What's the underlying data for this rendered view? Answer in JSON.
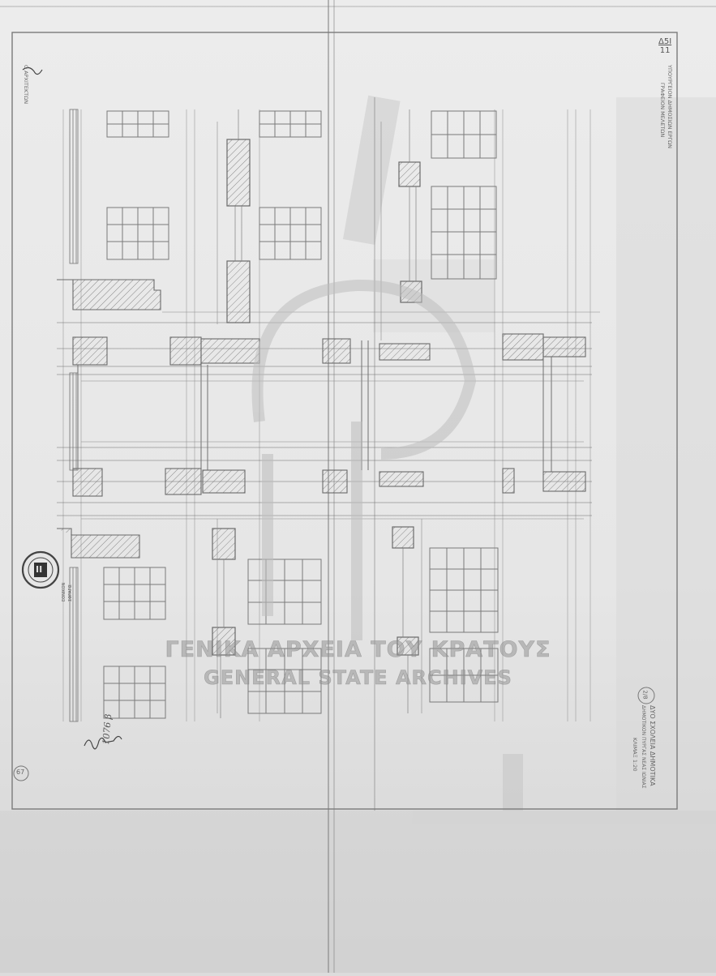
{
  "sheet": {
    "sheet_code_top": "Δ5Ι",
    "sheet_code_bottom": "11",
    "bottom_left_number": "67",
    "handwritten_note": "1076 β"
  },
  "title_block_top": {
    "line1": "ΥΠΟΥΡΓΕΙΟΝ ΔΗΜΟΣΙΩΝ ΕΡΓΩΝ",
    "line2": "ΓΡΑΦΕΙΟΝ ΜΕΛΕΤΩΝ"
  },
  "title_block_bottom": {
    "line1": "ΔΥΟ ΣΧΟΛΕΙΑ ΔΗΜΟΤΙΚΑ",
    "line2": "ΔΗΜΟΤΙΚΟΝ ΠΥΡΓΑΣ ΝΕΑΣ ΙΩΝΙΑΣ",
    "line3": "ΚΛΙΜΑΞ 1:20",
    "badge": "2/8"
  },
  "left_margin_note": "Ο ΑΡΧΙΤΕΚΤΩΝ",
  "stamp": {
    "center_mark": "II",
    "text_line1": "ΕΘΝΙΚΟΝ",
    "text_line2": "ΣΦΡΑΓΙΣ"
  },
  "watermark": {
    "greek": "ΓΕΝΙΚΑ ΑΡΧΕΙΑ ΤΟΥ ΚΡΑΤΟΥΣ",
    "english": "GENERAL STATE ARCHIVES"
  },
  "colors": {
    "paper": "#e8e8e8",
    "ink": "#6a6a6a",
    "hatch": "#8a8a8a",
    "watermark": "#969696"
  }
}
